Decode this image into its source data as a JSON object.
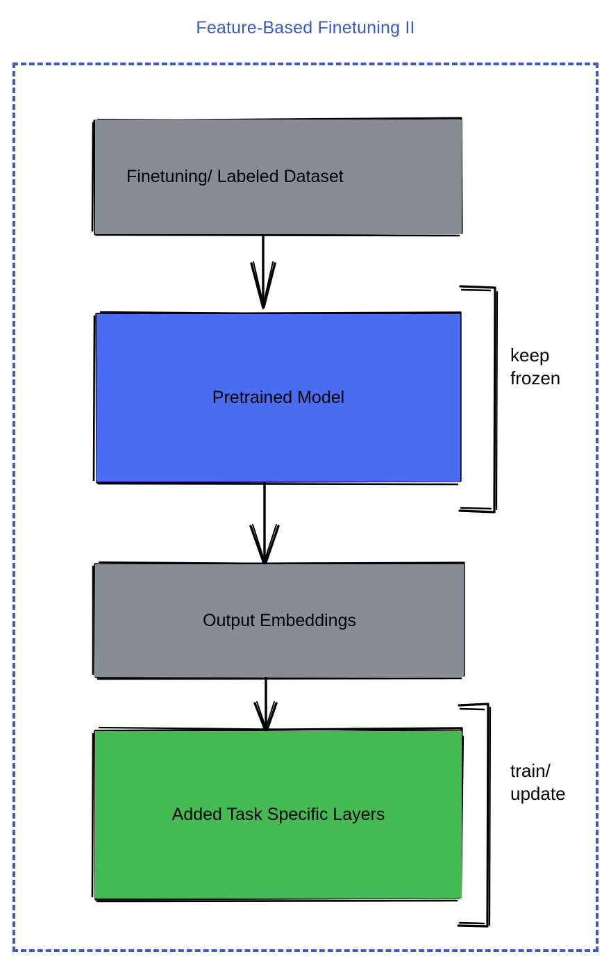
{
  "title": "Feature-Based Finetuning II",
  "colors": {
    "title": "#3b5bc4",
    "frame": "#3b5bc4",
    "gray_node": "#868d96",
    "blue_node": "#4a6cf0",
    "green_node": "#46ba52",
    "stroke": "#000000",
    "background": "#ffffff"
  },
  "nodes": {
    "dataset": {
      "label": "Finetuning/ Labeled Dataset",
      "fill": "#868d96"
    },
    "pretrained": {
      "label": "Pretrained Model",
      "fill": "#4a6cf0"
    },
    "embeddings": {
      "label": "Output Embeddings",
      "fill": "#868d96"
    },
    "task_layers": {
      "label": "Added Task Specific Layers",
      "fill": "#46ba52"
    }
  },
  "annotations": {
    "keep_frozen": "keep\nfrozen",
    "train_update": "train/\nupdate"
  },
  "flow": [
    {
      "from": "dataset",
      "to": "pretrained"
    },
    {
      "from": "pretrained",
      "to": "embeddings"
    },
    {
      "from": "embeddings",
      "to": "task_layers"
    }
  ]
}
